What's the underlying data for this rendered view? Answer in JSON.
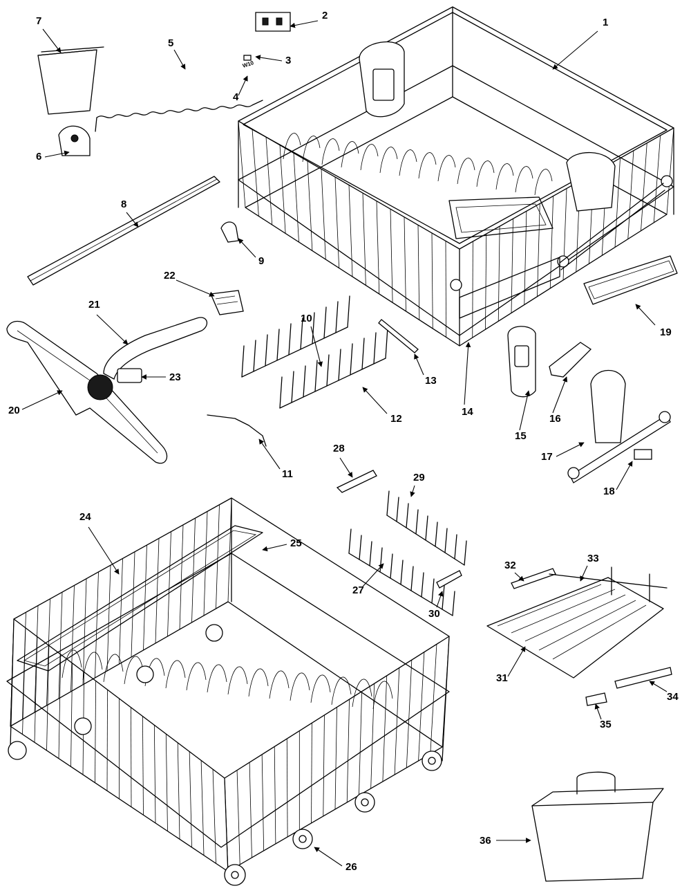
{
  "diagram": {
    "callouts": [
      "1",
      "2",
      "3",
      "4",
      "5",
      "6",
      "7",
      "8",
      "9",
      "10",
      "11",
      "12",
      "13",
      "14",
      "15",
      "16",
      "17",
      "18",
      "19",
      "20",
      "21",
      "22",
      "23",
      "24",
      "25",
      "26",
      "27",
      "28",
      "29",
      "30",
      "31",
      "32",
      "33",
      "34",
      "35",
      "36"
    ],
    "stamp_text": "W10"
  }
}
